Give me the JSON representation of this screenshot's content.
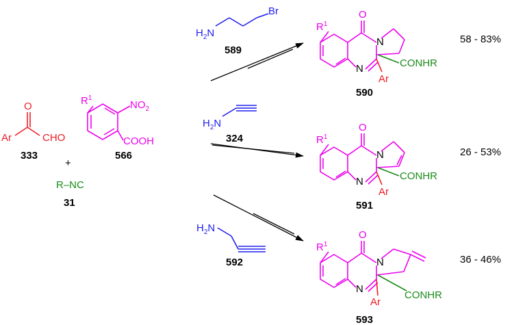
{
  "colors": {
    "red": "#ed1c24",
    "magenta": "#ec00ec",
    "green": "#1a8a1a",
    "blue": "#1e1eee",
    "black": "#000000"
  },
  "reactants": {
    "glyoxal": {
      "label_ar": "Ar",
      "label_o": "O",
      "label_cho": "CHO",
      "number": "333"
    },
    "plus": "+",
    "acid": {
      "label_r": "R",
      "label_r_sup": "1",
      "label_no2": "NO",
      "label_no2_sub": "2",
      "label_cooh": "COOH",
      "number": "566"
    },
    "isocyanide": {
      "label": "R–NC",
      "number": "31"
    }
  },
  "reagents": [
    {
      "label_h2n": "H",
      "label_h2n_sub": "2",
      "label_h2n_n": "N",
      "label_br": "Br",
      "number": "589"
    },
    {
      "label_h2n": "H",
      "label_h2n_sub": "2",
      "label_h2n_n": "N",
      "number": "324"
    },
    {
      "label_h2n": "H",
      "label_h2n_sub": "2",
      "label_h2n_n": "N",
      "number": "592"
    }
  ],
  "products": [
    {
      "number": "590",
      "yield": "58 - 83%",
      "o": "O",
      "n1": "N",
      "n2": "N",
      "r": "R",
      "r_sup": "1",
      "conhr": "CONHR",
      "ar": "Ar"
    },
    {
      "number": "591",
      "yield": "26 - 53%",
      "o": "O",
      "n1": "N",
      "n2": "N",
      "r": "R",
      "r_sup": "1",
      "conhr": "CONHR",
      "ar": "Ar"
    },
    {
      "number": "593",
      "yield": "36 - 46%",
      "o": "O",
      "n1": "N",
      "n2": "N",
      "r": "R",
      "r_sup": "1",
      "conhr": "CONHR",
      "ar": "Ar"
    }
  ]
}
